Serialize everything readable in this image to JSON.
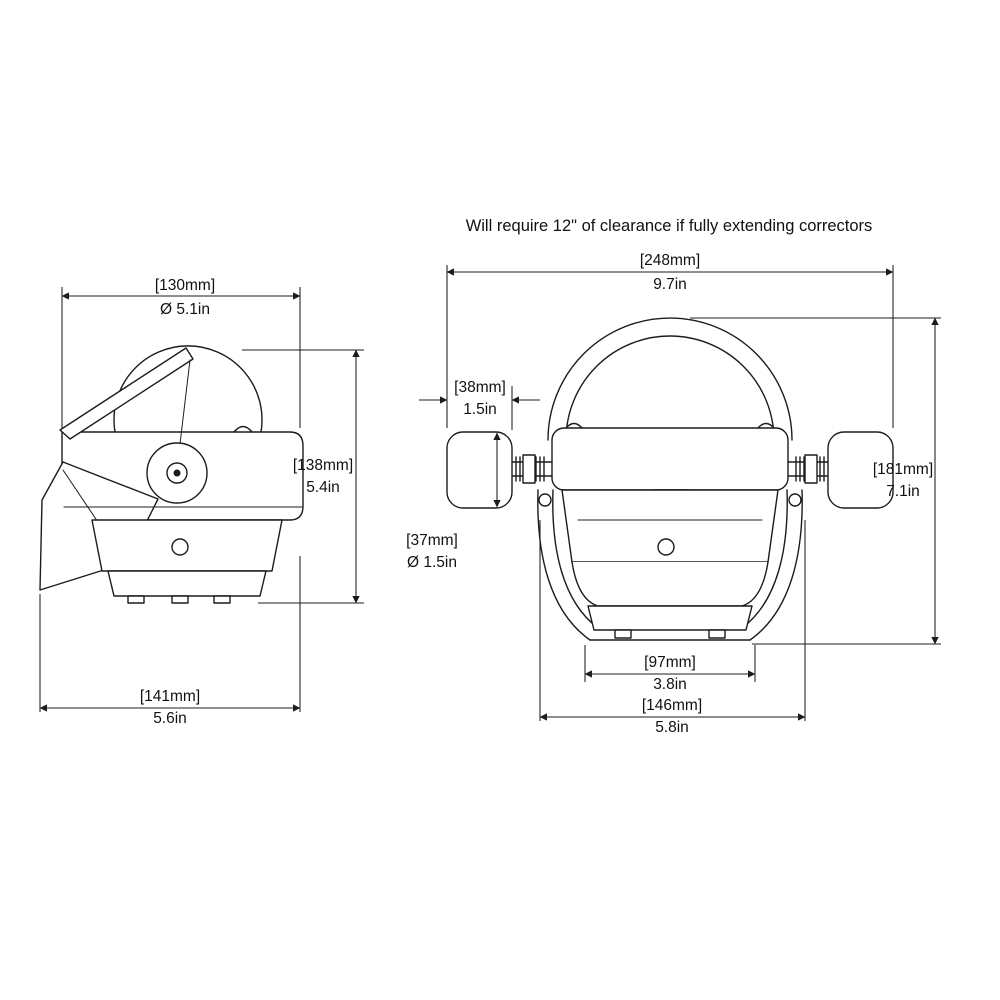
{
  "title": "Will require 12\" of clearance if fully extending correctors",
  "side_view": {
    "top_width": {
      "mm": "[130mm]",
      "inch": "Ø 5.1in"
    },
    "height": {
      "mm": "[138mm]",
      "inch": "5.4in"
    },
    "base_width": {
      "mm": "[141mm]",
      "inch": "5.6in"
    }
  },
  "front_view": {
    "overall_width": {
      "mm": "[248mm]",
      "inch": "9.7in"
    },
    "corrector_length": {
      "mm": "[38mm]",
      "inch": "1.5in"
    },
    "corrector_diameter": {
      "mm": "[37mm]",
      "inch": "Ø 1.5in"
    },
    "overall_height": {
      "mm": "[181mm]",
      "inch": "7.1in"
    },
    "foot_width": {
      "mm": "[97mm]",
      "inch": "3.8in"
    },
    "bracket_width": {
      "mm": "[146mm]",
      "inch": "5.8in"
    }
  }
}
